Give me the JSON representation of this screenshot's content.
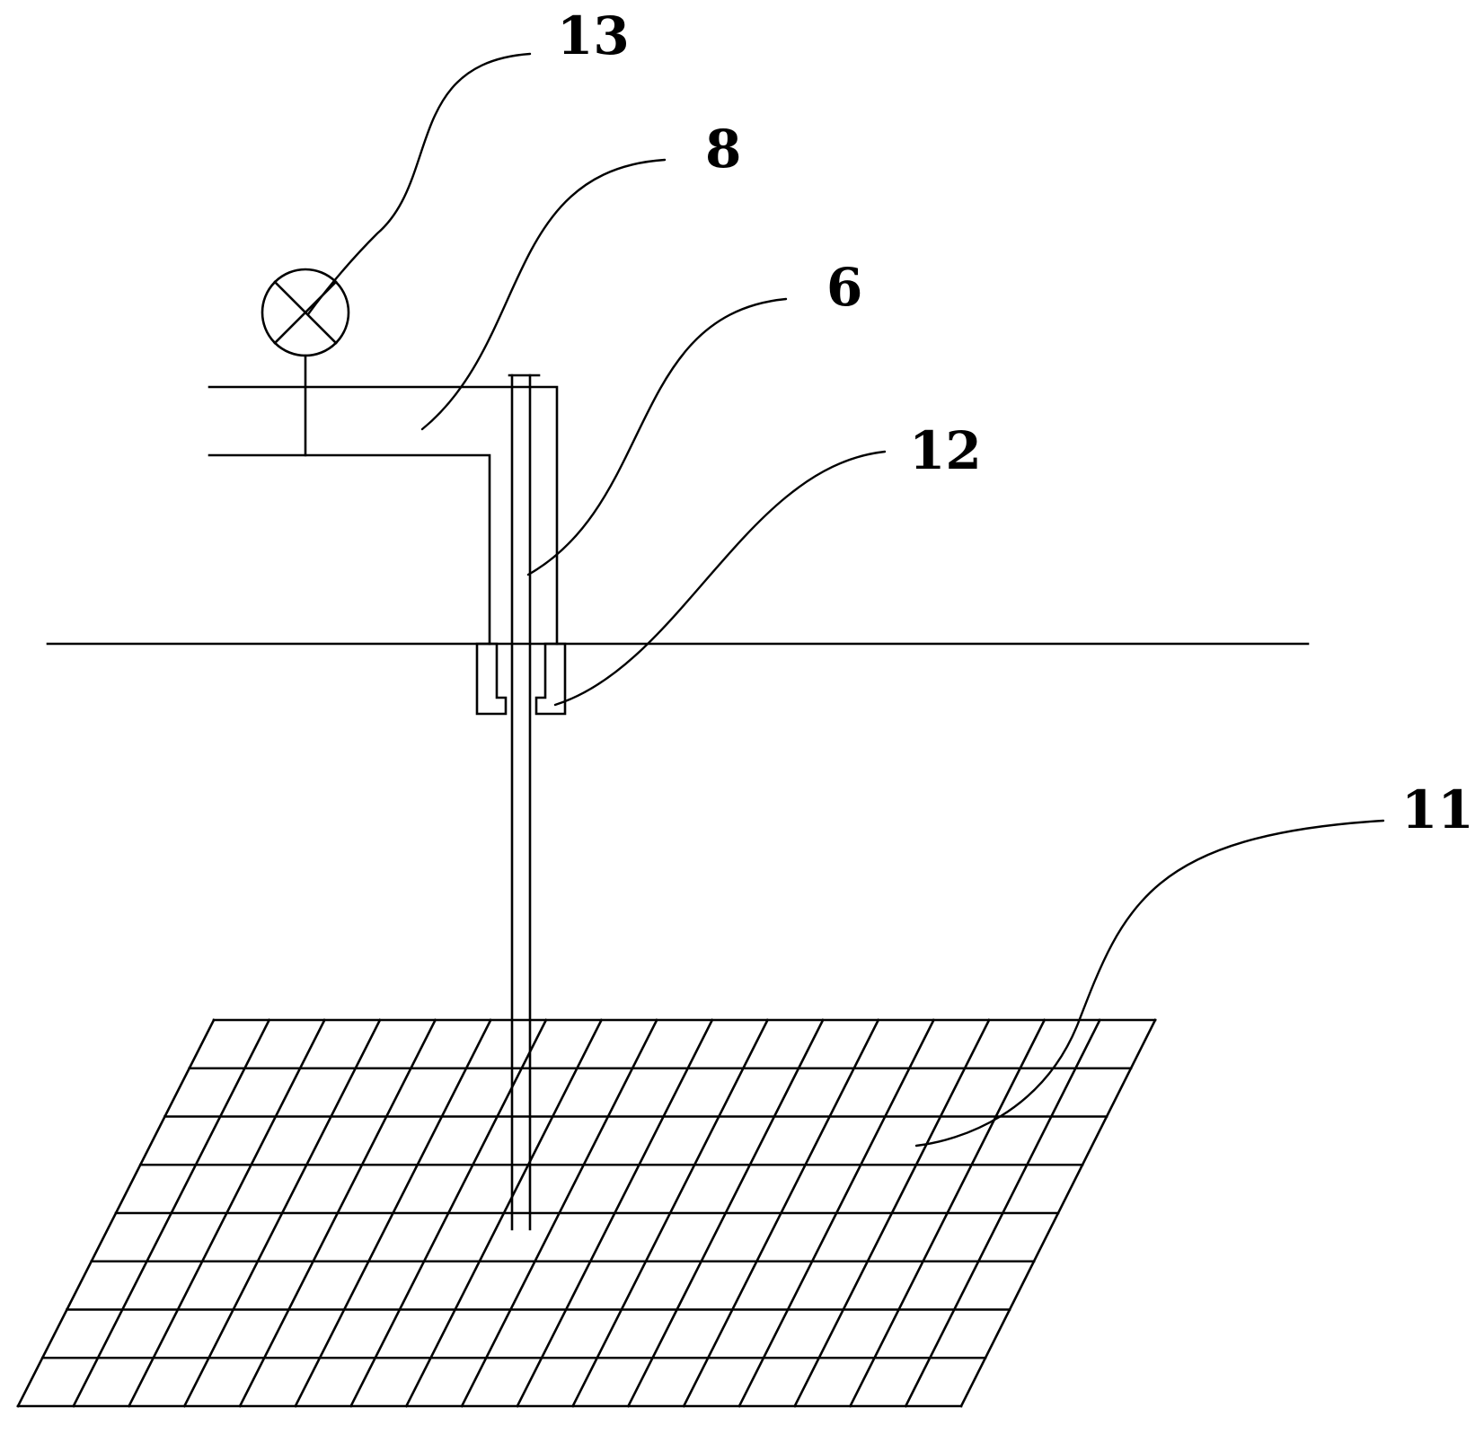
{
  "labels": {
    "gauge": "13",
    "pipe": "8",
    "rod": "6",
    "collar": "12",
    "mesh": "11"
  },
  "colors": {
    "line": "#000000",
    "background": "#ffffff"
  }
}
